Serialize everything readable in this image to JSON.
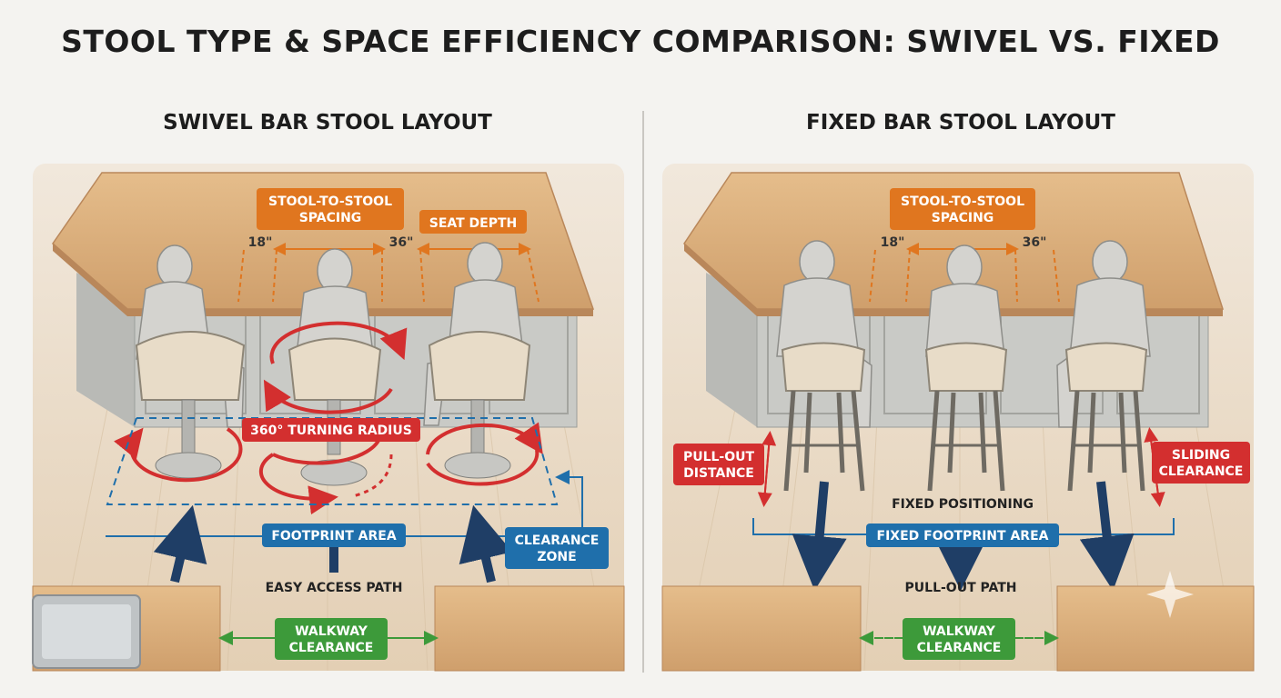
{
  "title": "STOOL TYPE & SPACE EFFICIENCY COMPARISON: SWIVEL VS. FIXED",
  "left": {
    "title": "SWIVEL BAR STOOL LAYOUT",
    "spacing_line1": "STOOL-TO-STOOL",
    "spacing_line2": "SPACING",
    "seat_depth": "SEAT DEPTH",
    "dim1": "18\"",
    "dim2": "36\"",
    "turning_radius": "360° TURNING RADIUS",
    "footprint": "FOOTPRINT AREA",
    "access_path": "EASY ACCESS PATH",
    "clearance_line1": "CLEARANCE",
    "clearance_line2": "ZONE",
    "walkway_line1": "WALKWAY",
    "walkway_line2": "CLEARANCE"
  },
  "right": {
    "title": "FIXED BAR STOOL LAYOUT",
    "spacing_line1": "STOOL-TO-STOOL",
    "spacing_line2": "SPACING",
    "dim1": "18\"",
    "dim2": "36\"",
    "pullout_line1": "PULL-OUT",
    "pullout_line2": "DISTANCE",
    "sliding_line1": "SLIDING",
    "sliding_line2": "CLEARANCE",
    "fixed_positioning": "FIXED POSITIONING",
    "fixed_footprint": "FIXED FOOTPRINT AREA",
    "pullout_path": "PULL-OUT PATH",
    "walkway_line1": "WALKWAY",
    "walkway_line2": "CLEARANCE"
  },
  "colors": {
    "orange": "#e0761f",
    "red": "#d32f2f",
    "blue": "#1f6fab",
    "green": "#3d9a3a",
    "wood": "#d9ae7c",
    "cabinet": "#c9cac6",
    "floor": "#e6d7c2"
  }
}
